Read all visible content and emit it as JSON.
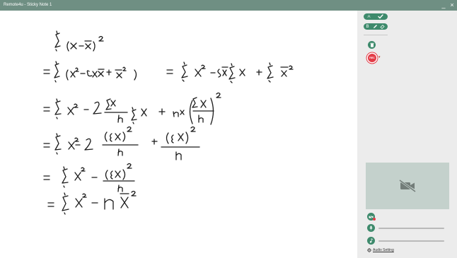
{
  "window": {
    "title": "Remote4u - Sticky Note 1",
    "minimize_glyph": "_",
    "close_glyph": "×"
  },
  "toolbar": {
    "text_tool_label": "A",
    "bold_tool_label": "B",
    "record_label": "REC"
  },
  "audio": {
    "settings_label": "Audio Setting"
  },
  "icons": [
    "check-icon",
    "pen-icon",
    "eraser-icon",
    "trash-icon",
    "record-icon",
    "video-off-icon",
    "camera-off-icon",
    "microphone-icon",
    "music-note-icon",
    "gear-icon"
  ],
  "colors": {
    "titlebar": "#6f8f83",
    "accent": "#3e8a6c",
    "record": "#e33b46",
    "panel": "#ececec",
    "video_placeholder": "#c4d1cc"
  }
}
